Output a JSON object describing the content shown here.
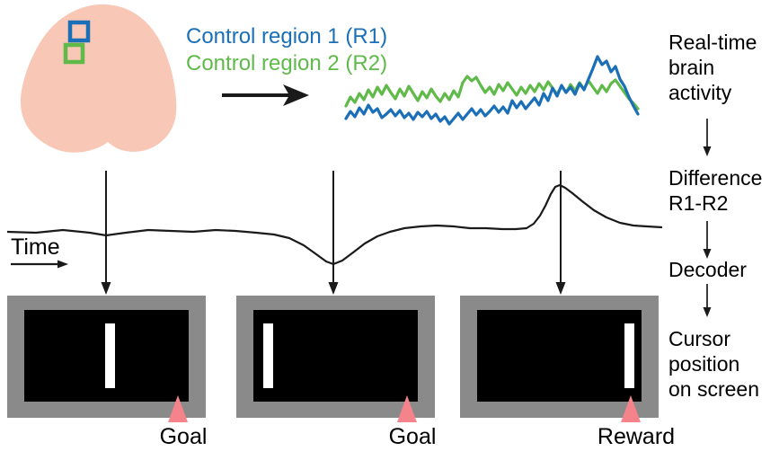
{
  "palette": {
    "brain_fill": "#f8c7b6",
    "blue": "#1a6fb8",
    "green": "#5fba49",
    "screen_gray": "#8a8a8a",
    "screen_black": "#000000",
    "cursor_white": "#ffffff",
    "marker_pink": "#f4838b",
    "line_black": "#1a1a1a"
  },
  "legend": {
    "r1": "Control region 1 (R1)",
    "r2": "Control region 2 (R2)"
  },
  "flow": {
    "step1": "Real-time\nbrain\nactivity",
    "step2": "Difference\nR1-R2",
    "step3": "Decoder",
    "step4": "Cursor\nposition\non screen"
  },
  "time_label": "Time",
  "screens": [
    {
      "marker_label": "Goal",
      "cursor_left": 90
    },
    {
      "marker_label": "Goal",
      "cursor_left": 11
    },
    {
      "marker_label": "Reward",
      "cursor_left": 164
    }
  ],
  "chart_data": [
    {
      "type": "line",
      "title": "Real-time brain activity",
      "legend_position": "left of traces",
      "axes": "none (illustrative raw neural traces, pixel coords, y down)",
      "series": [
        {
          "name": "Control region 1 (R1)",
          "color": "#1a6fb8",
          "x0": 385,
          "dx": 5,
          "y": [
            132,
            124,
            130,
            120,
            127,
            117,
            125,
            121,
            131,
            127,
            122,
            129,
            123,
            131,
            126,
            133,
            125,
            130,
            124,
            132,
            127,
            135,
            130,
            138,
            132,
            126,
            133,
            127,
            121,
            128,
            122,
            129,
            124,
            118,
            125,
            119,
            126,
            112,
            120,
            113,
            121,
            115,
            109,
            117,
            104,
            112,
            98,
            107,
            95,
            103,
            97,
            105,
            93,
            100,
            88,
            76,
            63,
            72,
            68,
            80,
            74,
            88,
            96,
            108,
            118,
            127
          ]
        },
        {
          "name": "Control region 2 (R2)",
          "color": "#5fba49",
          "x0": 385,
          "dx": 5,
          "y": [
            118,
            108,
            114,
            104,
            111,
            100,
            108,
            97,
            105,
            95,
            103,
            110,
            99,
            107,
            96,
            104,
            112,
            102,
            109,
            99,
            107,
            113,
            104,
            111,
            101,
            108,
            92,
            85,
            90,
            86,
            95,
            103,
            97,
            105,
            94,
            101,
            92,
            99,
            106,
            97,
            104,
            95,
            102,
            93,
            100,
            91,
            98,
            105,
            96,
            103,
            94,
            101,
            92,
            99,
            90,
            97,
            104,
            95,
            102,
            93,
            89,
            96,
            103,
            110,
            115,
            121
          ]
        }
      ]
    },
    {
      "type": "line",
      "title": "Difference R1-R2",
      "xlabel": "Time",
      "axes": "none (illustrative decoded control signal, pixel coords, y down)",
      "series": [
        {
          "name": "Difference R1-R2",
          "color": "#1a1a1a",
          "points": [
            [
              8,
              258
            ],
            [
              40,
              259
            ],
            [
              70,
              256
            ],
            [
              100,
              259
            ],
            [
              118,
              262
            ],
            [
              140,
              259
            ],
            [
              165,
              256
            ],
            [
              190,
              257
            ],
            [
              215,
              258
            ],
            [
              240,
              256
            ],
            [
              262,
              257
            ],
            [
              285,
              259
            ],
            [
              305,
              261
            ],
            [
              322,
              265
            ],
            [
              338,
              273
            ],
            [
              352,
              283
            ],
            [
              363,
              291
            ],
            [
              371,
              294
            ],
            [
              381,
              290
            ],
            [
              393,
              281
            ],
            [
              406,
              271
            ],
            [
              420,
              263
            ],
            [
              434,
              258
            ],
            [
              450,
              254
            ],
            [
              468,
              252
            ],
            [
              486,
              251
            ],
            [
              505,
              252
            ],
            [
              523,
              254
            ],
            [
              541,
              254
            ],
            [
              559,
              255
            ],
            [
              574,
              255
            ],
            [
              586,
              254
            ],
            [
              594,
              249
            ],
            [
              601,
              240
            ],
            [
              607,
              229
            ],
            [
              613,
              216
            ],
            [
              618,
              208
            ],
            [
              623,
              206
            ],
            [
              629,
              209
            ],
            [
              637,
              215
            ],
            [
              648,
              224
            ],
            [
              661,
              234
            ],
            [
              675,
              242
            ],
            [
              690,
              248
            ],
            [
              705,
              251
            ],
            [
              720,
              252
            ],
            [
              737,
              253
            ]
          ]
        }
      ],
      "annotations": "three downward arrows sample the signal at the dip (left cursor), baseline (center cursor) and peak (right cursor)"
    }
  ]
}
